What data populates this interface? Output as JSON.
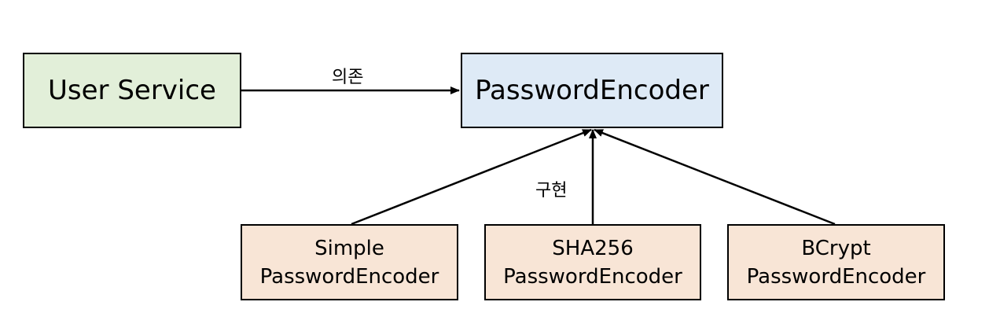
{
  "diagram": {
    "user_service": {
      "label": "User Service",
      "fill": "#e2efd9"
    },
    "password_encoder": {
      "label": "PasswordEncoder",
      "fill": "#deeaf6"
    },
    "implementations": [
      {
        "line1": "Simple",
        "line2": "PasswordEncoder",
        "fill": "#f8e5d6"
      },
      {
        "line1": "SHA256",
        "line2": "PasswordEncoder",
        "fill": "#f8e5d6"
      },
      {
        "line1": "BCrypt",
        "line2": "PasswordEncoder",
        "fill": "#f8e5d6"
      }
    ],
    "edges": {
      "depends_label": "의존",
      "implements_label": "구현"
    }
  }
}
